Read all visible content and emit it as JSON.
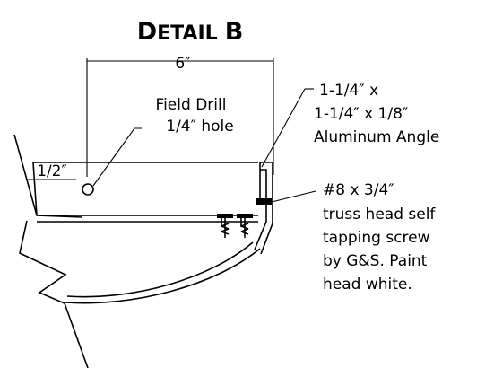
{
  "title": {
    "first_letter": "D",
    "rest": "ETAIL",
    "suffix": "B"
  },
  "dimensions": {
    "width_6": "6″",
    "offset_half": "1/2″"
  },
  "callouts": {
    "field_drill": [
      "Field Drill",
      "1/4″ hole"
    ],
    "angle": [
      "1-1/4″ x",
      "1-1/4″ x 1/8″",
      "Aluminum Angle"
    ],
    "screw": [
      "#8 x 3/4″",
      "truss head self",
      "tapping screw",
      "by G&S. Paint",
      "head white."
    ]
  },
  "icons": {
    "bolt": "bolt-icon",
    "screw": "screw-icon"
  }
}
